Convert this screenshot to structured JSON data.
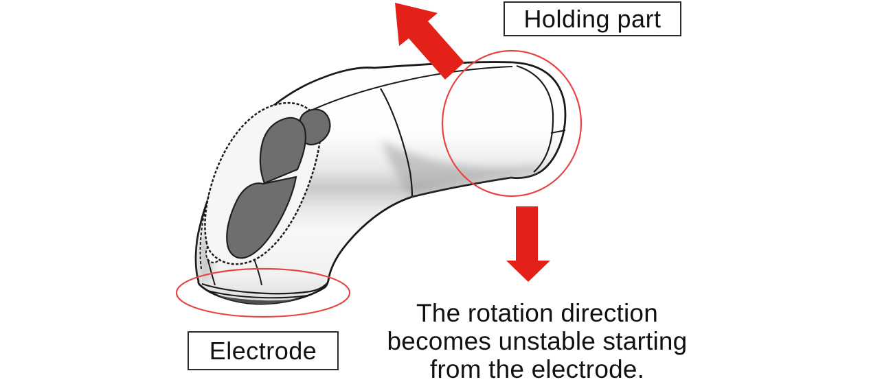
{
  "figure": {
    "type": "annotated-technical-illustration",
    "subject": "Curved handheld device (3D CAD render) with electrode tip and holding part",
    "labels": {
      "holding_part": "Holding part",
      "electrode": "Electrode"
    },
    "caption": {
      "lines": [
        "The rotation direction",
        "becomes unstable starting",
        "from the electrode."
      ]
    },
    "annotations": [
      {
        "name": "holding-part-ellipse",
        "shape": "ellipse",
        "target": "holding part (upper cylinder)",
        "color": "#e64545"
      },
      {
        "name": "electrode-ellipse",
        "shape": "ellipse",
        "target": "electrode base (bottom)",
        "color": "#e64545"
      },
      {
        "name": "arrow-up-left",
        "shape": "arrow",
        "direction": "up-left",
        "color": "#e32119"
      },
      {
        "name": "arrow-down",
        "shape": "arrow",
        "direction": "down",
        "color": "#e32119"
      }
    ],
    "colors": {
      "background": "#ffffff",
      "annotation_arrow_red": "#e32119",
      "annotation_ellipse_red": "#e64545",
      "outline_black": "#1a1a1a",
      "button_panel_gray": "#6e6e6e",
      "body_shading_gray": "#c9c9c9",
      "text_black": "#111111"
    }
  }
}
